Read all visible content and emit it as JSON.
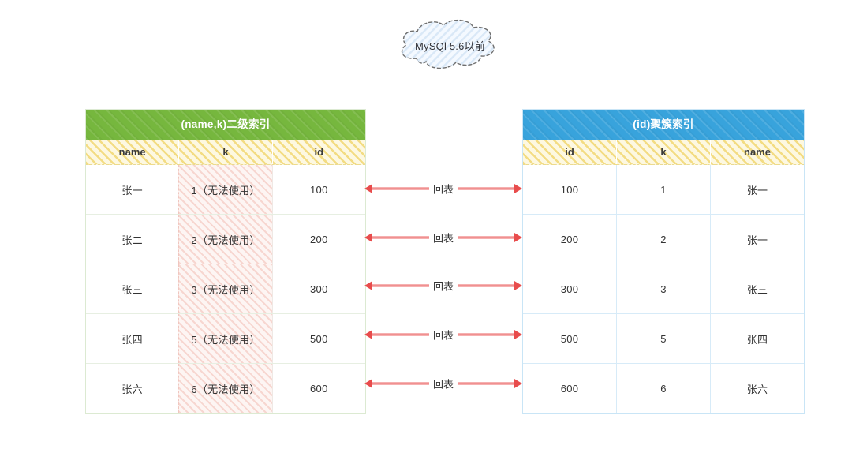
{
  "cloud": {
    "label": "MySQl 5.6以前"
  },
  "relation": {
    "arrow_label": "回表",
    "arrow_count": 5
  },
  "left_table": {
    "title": "(name,k)二级索引",
    "columns": [
      "name",
      "k",
      "id"
    ],
    "rows": [
      [
        "张一",
        "1（无法使用）",
        "100"
      ],
      [
        "张二",
        "2（无法使用）",
        "200"
      ],
      [
        "张三",
        "3（无法使用）",
        "300"
      ],
      [
        "张四",
        "5（无法使用）",
        "500"
      ],
      [
        "张六",
        "6（无法使用）",
        "600"
      ]
    ]
  },
  "right_table": {
    "title": "(id)聚簇索引",
    "columns": [
      "id",
      "k",
      "name"
    ],
    "rows": [
      [
        "100",
        "1",
        "张一"
      ],
      [
        "200",
        "2",
        "张一"
      ],
      [
        "300",
        "3",
        "张三"
      ],
      [
        "500",
        "5",
        "张四"
      ],
      [
        "600",
        "6",
        "张六"
      ]
    ]
  },
  "colors": {
    "secondary_index_header": "#76b73e",
    "clustered_index_header": "#38a3dc",
    "column_header_hatch": "#f3dc83",
    "unusable_column_hatch": "#f7d6d0",
    "arrow_red": "#e84c4c",
    "cloud_hatch": "#d9e8f7"
  }
}
